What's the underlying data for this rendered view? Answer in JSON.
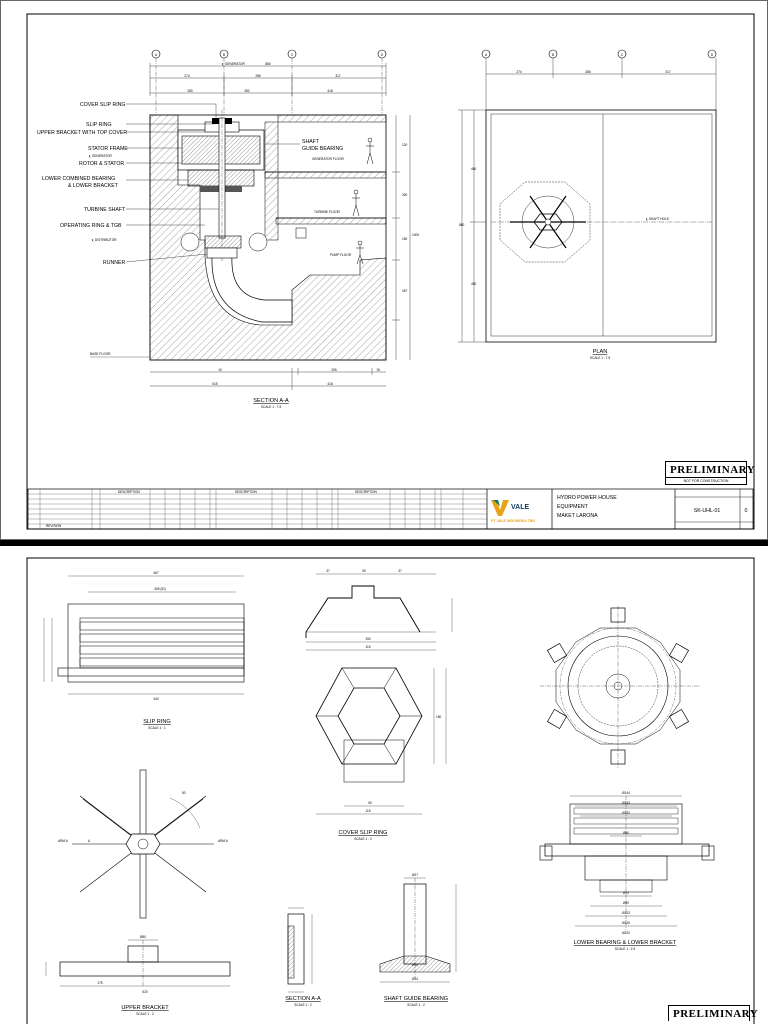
{
  "sheet1": {
    "labels": {
      "cover_slip_ring": "COVER SLIP RING",
      "slip_ring": "SLIP RING",
      "upper_bracket": "UPPER BRACKET WITH TOP COVER",
      "stator_frame": "STATOR FRAME",
      "cl_generator_small": "℄ GENERATOR",
      "rotor_stator": "ROTOR & STATOR",
      "lower_bearing_1": "LOWER COMBINED BEARING",
      "lower_bearing_2": "& LOWER BRACKET",
      "turbine_shaft": "TURBINE SHAFT",
      "operating_ring": "OPERATING RING & TGB",
      "cl_distributor": "℄ DISTRIBUTOR",
      "runner": "RUNNER",
      "shaft_guide_1": "SHAFT",
      "shaft_guide_2": "GUIDE BEARING",
      "generator_floor": "GENERATOR FLOOR",
      "turbine_floor": "TURBINE FLOOR",
      "pump_floor": "PUMP FLOOR",
      "base_floor": "BASE FLOOR",
      "cl_generator_top": "℄ GENERATOR",
      "cl_shaft_hole": "℄ SHAFT HOLE"
    },
    "grid": [
      "A",
      "B",
      "C",
      "D"
    ],
    "dims": {
      "top_total": "880",
      "top_a": "274",
      "top_b": "286",
      "top_c": "317",
      "sec_a": "280",
      "sec_b": "282",
      "sec_c": "418",
      "bot_a": "515",
      "bot_b": "418",
      "pb1": "10",
      "pb2": "205",
      "pb3": "15",
      "plan_a": "274",
      "plan_b": "286",
      "plan_c": "317",
      "plan_h": "880",
      "plan_h1": "460",
      "plan_h2": "450",
      "right_1": "120",
      "right_2": "300",
      "right_3": "150",
      "right_4": "1000",
      "right_5": "457"
    },
    "section_title": "SECTION A-A",
    "section_scale": "SCALE 1 : 7.5",
    "plan_title": "PLAN",
    "plan_scale": "SCALE 1 : 7.5",
    "preliminary": "PRELIMINARY",
    "preliminary_sub": "NOT FOR CONSTRUCTION",
    "titleblock": {
      "company": "VALE",
      "company_sub": "PT VALE INDONESIA TBK",
      "line1": "HYDRO POWER HOUSE",
      "line2": "EQUIPMENT",
      "line3": "MAKET LARONA",
      "drawing_no": "SK-UHL-01",
      "rev": "0",
      "revision_label": "REVISION",
      "description_label": "DESCRIPTION"
    }
  },
  "sheet2": {
    "titles": {
      "slip_ring": "SLIP RING",
      "slip_ring_scale": "SCALE 1 : 1",
      "cover_slip_ring": "COVER SLIP RING",
      "cover_slip_ring_scale": "SCALE 1 : 2",
      "upper_bracket": "UPPER BRACKET",
      "upper_bracket_scale": "SCALE 1 : 2",
      "section_aa": "SECTION A-A",
      "section_aa_scale": "SCALE 1 : 2",
      "shaft_guide": "SHAFT GUIDE BEARING",
      "shaft_guide_scale": "SCALE 1 : 2",
      "lower_bearing": "LOWER BEARING & LOWER BRACKET",
      "lower_bearing_scale": "SCALE 1 : 2.5"
    },
    "dims": {
      "slip_top": "467",
      "slip_inner": "405 (ID)",
      "slip_bottom": "440",
      "cover_a": "37",
      "cover_b": "50",
      "cover_c": "37",
      "cover_d": "150",
      "cover_e": "115",
      "hex_a": "50",
      "hex_b": "150",
      "hex_c": "115",
      "ub_a": "Ø50",
      "ub_b": "520",
      "ub_c": "50",
      "ub_d": "175",
      "sg_a": "Ø27",
      "sg_b": "Ø14",
      "sg_c": "Ø34",
      "lb_1": "Ø144",
      "lb_2": "Ø143",
      "lb_3": "Ø132",
      "lb_4": "Ø50",
      "lb_5": "Ø72",
      "lb_6": "Ø92",
      "lb_7": "Ø103",
      "lb_8": "Ø125",
      "lb_9": "Ø220",
      "arm_a": "A",
      "arm_label": "ARM A"
    },
    "preliminary": "PRELIMINARY"
  }
}
